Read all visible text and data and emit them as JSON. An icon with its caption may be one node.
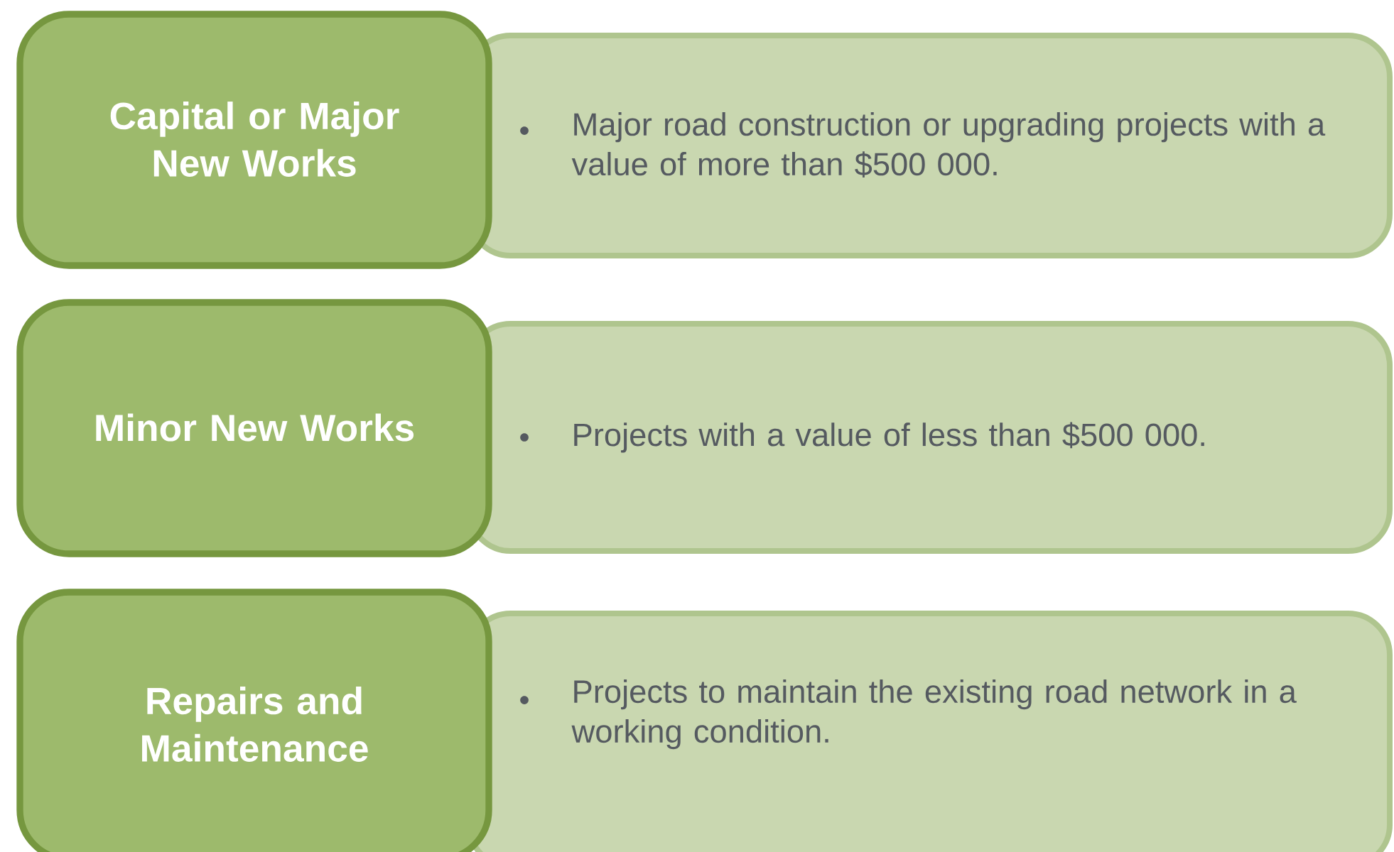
{
  "diagram": {
    "nodes": [
      {
        "text": [
          "Capital or Major New Works"
        ]
      },
      {
        "text": [
          "Major road construction or upgrading projects with a value of more than $500 000."
        ]
      },
      {
        "text": [
          "Minor New Works"
        ]
      },
      {
        "text": [
          "Projects with a value of less than $500 000."
        ]
      },
      {
        "text": [
          "Repairs and Maintenance"
        ]
      },
      {
        "text": [
          "Projects to maintain the existing road network in a working condition."
        ]
      }
    ]
  }
}
